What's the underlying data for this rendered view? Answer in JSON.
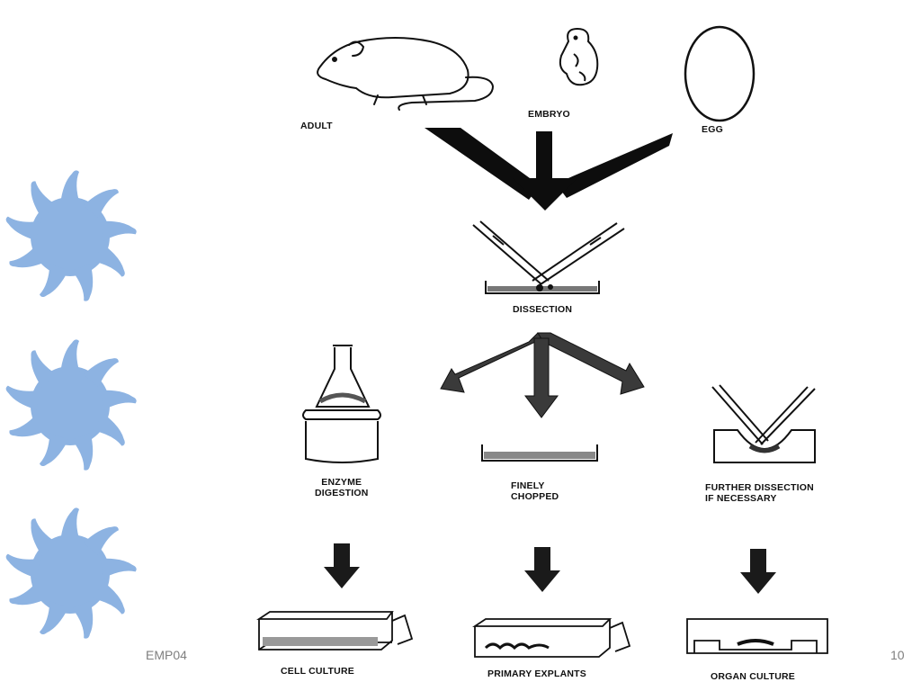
{
  "slide": {
    "footer_left": "EMP04",
    "page_number": "10",
    "accent_color": "#8db3e2"
  },
  "diagram": {
    "sources": [
      "ADULT",
      "EMBRYO",
      "EGG"
    ],
    "step": "DISSECTION",
    "methods": [
      "ENZYME\nDIGESTION",
      "FINELY\nCHOPPED",
      "FURTHER DISSECTION\nIF NECESSARY"
    ],
    "results": [
      "CELL CULTURE",
      "PRIMARY EXPLANTS",
      "ORGAN CULTURE"
    ]
  },
  "icons": [
    "sun-icon",
    "mouse-icon",
    "embryo-icon",
    "egg-icon",
    "forceps-icon",
    "petri-dish-icon",
    "flask-icon",
    "culture-flask-icon",
    "arrow-icon"
  ]
}
